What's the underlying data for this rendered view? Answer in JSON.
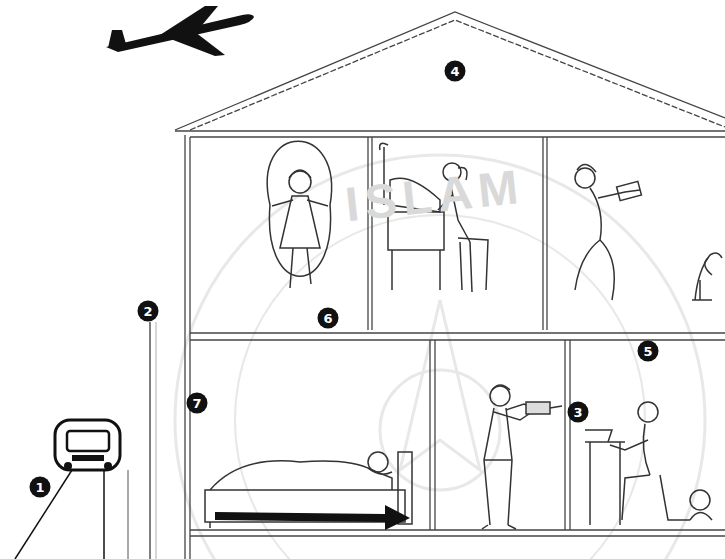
{
  "diagram": {
    "nodes": [
      {
        "text": [
          "4"
        ]
      },
      {
        "text": [
          "2"
        ]
      },
      {
        "text": [
          "6"
        ]
      },
      {
        "text": [
          "5"
        ]
      },
      {
        "text": [
          "7"
        ]
      },
      {
        "text": [
          "3"
        ]
      },
      {
        "text": [
          "1"
        ]
      }
    ],
    "labels": [
      "ISLAM"
    ]
  }
}
